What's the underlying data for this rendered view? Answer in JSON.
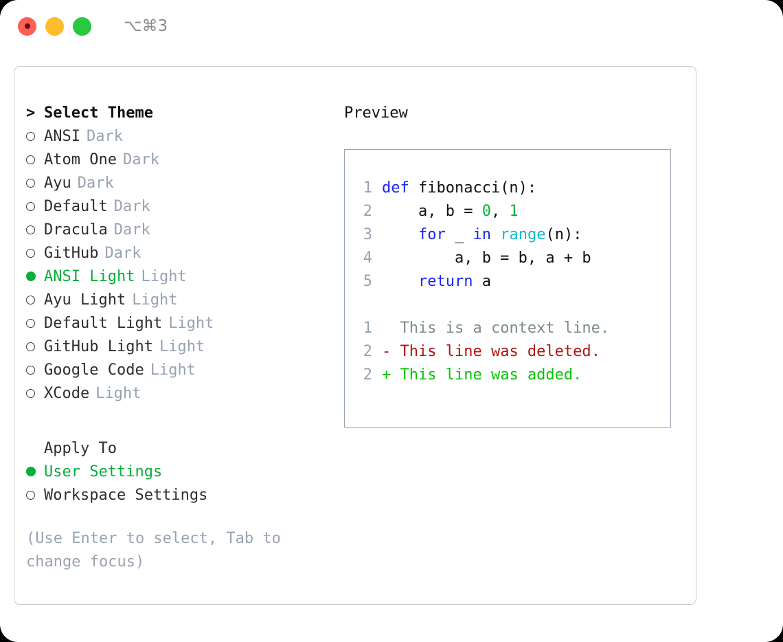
{
  "titlebar": {
    "shortcut": "⌥⌘3",
    "dots": [
      "close-red",
      "minimize-yellow",
      "maximize-green"
    ]
  },
  "theme_picker": {
    "header_caret": ">",
    "header_label": "Select Theme",
    "items": [
      {
        "name": "ANSI",
        "suffix": "Dark",
        "selected": false
      },
      {
        "name": "Atom One",
        "suffix": "Dark",
        "selected": false
      },
      {
        "name": "Ayu",
        "suffix": "Dark",
        "selected": false
      },
      {
        "name": "Default",
        "suffix": "Dark",
        "selected": false
      },
      {
        "name": "Dracula",
        "suffix": "Dark",
        "selected": false
      },
      {
        "name": "GitHub",
        "suffix": "Dark",
        "selected": false
      },
      {
        "name": "ANSI Light",
        "suffix": "Light",
        "selected": true
      },
      {
        "name": "Ayu Light",
        "suffix": "Light",
        "selected": false
      },
      {
        "name": "Default Light",
        "suffix": "Light",
        "selected": false
      },
      {
        "name": "GitHub Light",
        "suffix": "Light",
        "selected": false
      },
      {
        "name": "Google Code",
        "suffix": "Light",
        "selected": false
      },
      {
        "name": "XCode",
        "suffix": "Light",
        "selected": false
      }
    ]
  },
  "apply_to": {
    "header_label": "Apply To",
    "options": [
      {
        "label": "User Settings",
        "selected": true
      },
      {
        "label": "Workspace Settings",
        "selected": false
      }
    ]
  },
  "hint": "(Use Enter to select, Tab to change focus)",
  "preview": {
    "title": "Preview",
    "code_lines": [
      {
        "ln": "1",
        "tokens": [
          {
            "t": "def ",
            "c": "kw"
          },
          {
            "t": "fibonacci(n):",
            "c": "pln"
          }
        ]
      },
      {
        "ln": "2",
        "tokens": [
          {
            "t": "    a, b = ",
            "c": "pln"
          },
          {
            "t": "0",
            "c": "num"
          },
          {
            "t": ", ",
            "c": "pln"
          },
          {
            "t": "1",
            "c": "num"
          }
        ]
      },
      {
        "ln": "3",
        "tokens": [
          {
            "t": "    ",
            "c": "pln"
          },
          {
            "t": "for",
            "c": "kw"
          },
          {
            "t": " _ ",
            "c": "pln"
          },
          {
            "t": "in",
            "c": "kw"
          },
          {
            "t": " ",
            "c": "pln"
          },
          {
            "t": "range",
            "c": "fn"
          },
          {
            "t": "(n):",
            "c": "pln"
          }
        ]
      },
      {
        "ln": "4",
        "tokens": [
          {
            "t": "        a, b = b, a + b",
            "c": "pln"
          }
        ]
      },
      {
        "ln": "5",
        "tokens": [
          {
            "t": "    ",
            "c": "pln"
          },
          {
            "t": "return",
            "c": "kw"
          },
          {
            "t": " a",
            "c": "pln"
          }
        ]
      }
    ],
    "diff_lines": [
      {
        "ln": "1",
        "marker": " ",
        "text": "This is a context line.",
        "kind": "ctx"
      },
      {
        "ln": "2",
        "marker": "-",
        "text": "This line was deleted.",
        "kind": "del"
      },
      {
        "ln": "2",
        "marker": "+",
        "text": "This line was added.",
        "kind": "add"
      }
    ]
  },
  "colors": {
    "selected_green": "#07ae3a",
    "keyword_blue": "#1726f0",
    "function_cyan": "#0fbccb",
    "number_green": "#07b03a",
    "diff_delete_red": "#b21212",
    "diff_add_green": "#06c406",
    "muted_gray": "#98a2b3",
    "panel_border": "#c3cad4",
    "preview_border": "#9aa5b4"
  }
}
